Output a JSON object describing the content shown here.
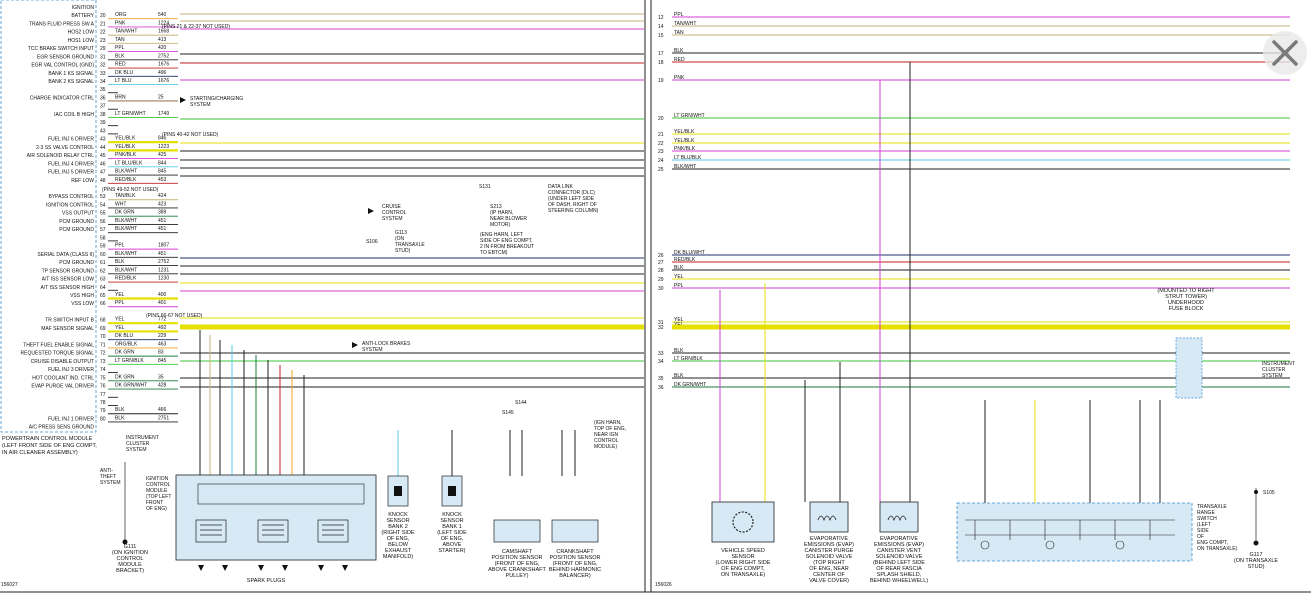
{
  "left": {
    "pins": [
      {
        "label": "IGNITION",
        "num": "",
        "color": "",
        "circuit": ""
      },
      {
        "label": "BATTERY",
        "num": "20",
        "color": "ORG",
        "circuit": "540"
      },
      {
        "label": "TRANS FLUID PRESS SW A",
        "num": "21",
        "color": "PNK",
        "circuit": "1224"
      },
      {
        "label": "HOS2 LOW",
        "num": "22",
        "color": "TAN/WHT",
        "circuit": "1668"
      },
      {
        "label": "HOS1 LOW",
        "num": "23",
        "color": "TAN",
        "circuit": "413"
      },
      {
        "label": "TCC BRAKE SWITCH INPUT",
        "num": "29",
        "color": "PPL",
        "circuit": "420"
      },
      {
        "label": "EGR SENSOR GROUND",
        "num": "31",
        "color": "BLK",
        "circuit": "2752"
      },
      {
        "label": "EGR VAL CONTROL (GND)",
        "num": "32",
        "color": "RED",
        "circuit": "1676"
      },
      {
        "label": "BANK 1 KS SIGNAL",
        "num": "33",
        "color": "DK BLU",
        "circuit": "496"
      },
      {
        "label": "BANK 2 KS SIGNAL",
        "num": "34",
        "color": "LT BLU",
        "circuit": "1676"
      },
      {
        "label": "",
        "num": "35",
        "color": "",
        "circuit": ""
      },
      {
        "label": "CHARGE INDICATOR CTRL",
        "num": "36",
        "color": "BRN",
        "circuit": "25"
      },
      {
        "label": "",
        "num": "37",
        "color": "",
        "circuit": ""
      },
      {
        "label": "IAC COIL B HIGH",
        "num": "38",
        "color": "LT GRN/WHT",
        "circuit": "1749"
      },
      {
        "label": "",
        "num": "39",
        "color": "",
        "circuit": ""
      },
      {
        "label": "",
        "num": "43",
        "color": "",
        "circuit": ""
      },
      {
        "label": "FUEL INJ 6 DRIVER",
        "num": "43",
        "color": "YEL/BLK",
        "circuit": "846"
      },
      {
        "label": "2-3 SS VALVE CONTROL",
        "num": "44",
        "color": "YEL/BLK",
        "circuit": "1223"
      },
      {
        "label": "AIR SOLENOID RELAY CTRL",
        "num": "45",
        "color": "PNK/BLK",
        "circuit": "425"
      },
      {
        "label": "FUEL INJ 4 DRIVER",
        "num": "46",
        "color": "LT BLU/BLK",
        "circuit": "844"
      },
      {
        "label": "FUEL INJ 5 DRIVER",
        "num": "47",
        "color": "BLK/WHT",
        "circuit": "845"
      },
      {
        "label": "REF LOW",
        "num": "48",
        "color": "RED/BLK",
        "circuit": "453"
      },
      {
        "label": "",
        "num": "",
        "color": "",
        "circuit": ""
      },
      {
        "label": "BYPASS CONTROL",
        "num": "53",
        "color": "TAN/BLK",
        "circuit": "424"
      },
      {
        "label": "IGNITION CONTROL",
        "num": "54",
        "color": "WHT",
        "circuit": "423"
      },
      {
        "label": "VSS OUTPUT",
        "num": "55",
        "color": "DK GRN",
        "circuit": "389"
      },
      {
        "label": "PCM GROUND",
        "num": "56",
        "color": "BLK/WHT",
        "circuit": "451"
      },
      {
        "label": "PCM GROUND",
        "num": "57",
        "color": "BLK/WHT",
        "circuit": "451"
      },
      {
        "label": "",
        "num": "58",
        "color": "",
        "circuit": ""
      },
      {
        "label": "",
        "num": "59",
        "color": "PPL",
        "circuit": "1807"
      },
      {
        "label": "SERIAL DATA (CLASS II)",
        "num": "60",
        "color": "BLK/WHT",
        "circuit": "451"
      },
      {
        "label": "PCM GROUND",
        "num": "61",
        "color": "BLK",
        "circuit": "2752"
      },
      {
        "label": "TP SENSOR GROUND",
        "num": "62",
        "color": "BLK/WHT",
        "circuit": "1231"
      },
      {
        "label": "A/T ISS SENSOR LOW",
        "num": "63",
        "color": "RED/BLK",
        "circuit": "1230"
      },
      {
        "label": "A/T ISS SENSOR HIGH",
        "num": "64",
        "color": "",
        "circuit": ""
      },
      {
        "label": "VSS HIGH",
        "num": "65",
        "color": "YEL",
        "circuit": "400"
      },
      {
        "label": "VSS LOW",
        "num": "66",
        "color": "PPL",
        "circuit": "401"
      },
      {
        "label": "",
        "num": "",
        "color": "",
        "circuit": ""
      },
      {
        "label": "TR SWITCH INPUT B",
        "num": "68",
        "color": "YEL",
        "circuit": "772"
      },
      {
        "label": "MAF SENSOR SIGNAL",
        "num": "69",
        "color": "YEL",
        "circuit": "492"
      },
      {
        "label": "",
        "num": "70",
        "color": "DK BLU",
        "circuit": "229"
      },
      {
        "label": "THEFT FUEL ENABLE SIGNAL",
        "num": "71",
        "color": "ORG/BLK",
        "circuit": "463"
      },
      {
        "label": "REQUESTED TORQUE SIGNAL",
        "num": "72",
        "color": "DK GRN",
        "circuit": "83"
      },
      {
        "label": "CRUISE DISABLE OUTPUT",
        "num": "73",
        "color": "LT GRN/BLK",
        "circuit": "845"
      },
      {
        "label": "FUEL INJ 3 DRIVER",
        "num": "74",
        "color": "",
        "circuit": ""
      },
      {
        "label": "HOT COOLANT IND. CTRL",
        "num": "75",
        "color": "DK GRN",
        "circuit": "35"
      },
      {
        "label": "EVAP PURGE VAL DRIVER",
        "num": "76",
        "color": "DK GRN/WHT",
        "circuit": "428"
      },
      {
        "label": "",
        "num": "77",
        "color": "",
        "circuit": ""
      },
      {
        "label": "",
        "num": "78",
        "color": "",
        "circuit": ""
      },
      {
        "label": "",
        "num": "79",
        "color": "BLK",
        "circuit": "466"
      },
      {
        "label": "FUEL INJ 1 DRIVER",
        "num": "80",
        "color": "BLK",
        "circuit": "2751"
      },
      {
        "label": "A/C PRESS SENS GROUND",
        "num": "",
        "color": "",
        "circuit": ""
      }
    ],
    "module_caption": [
      "POWERTRAIN CONTROL MODULE",
      "(LEFT FRONT SIDE OF ENG COMPT,",
      "IN AIR CLEANER ASSEMBLY)"
    ],
    "notes": {
      "pins_21_27": "(PINS 21 & 22-37 NOT USED)",
      "pins_40_42": "(PINS 40-42 NOT USED)",
      "pins_49_52": "(PINS 49-52 NOT USED)",
      "pins_66_67": "(PINS 66-67 NOT USED)",
      "starting": [
        "STARTING/CHARGING",
        "SYSTEM"
      ],
      "cruise": [
        "CRUISE",
        "CONTROL",
        "SYSTEM"
      ],
      "abs": [
        "ANTI-LOCK BRAKES",
        "SYSTEM"
      ],
      "dlc": [
        "DATA LINK",
        "CONNECTOR (DLC)",
        "(UNDER LEFT SIDE",
        "OF DASH, RIGHT OF",
        "STEERING COLUMN)"
      ],
      "s213": [
        "S213",
        "(IP HARN,",
        "NEAR BLOWER",
        "MOTOR)"
      ],
      "eng_harn": [
        "(ENG HARN, LEFT",
        "SIDE OF ENG COMPT,",
        "2 IN FROM BREAKOUT",
        "TO EBTCM)"
      ],
      "s131": "S131",
      "s106": "S106",
      "g113": [
        "G113",
        "(ON",
        "TRANSAXLE",
        "STUD)"
      ],
      "s144": "S144",
      "s145": "S145",
      "ign_harn": [
        "(IGN HARN,",
        "TOP OF ENG,",
        "NEAR IGN",
        "CONTROL",
        "MODULE)"
      ],
      "instrument": [
        "INSTRUMENT",
        "CLUSTER",
        "SYSTEM"
      ],
      "anti_theft": [
        "ANTI-",
        "THEFT",
        "SYSTEM"
      ],
      "icm": [
        "IGNITION",
        "CONTROL",
        "MODULE",
        "(TOP LEFT",
        "FRONT",
        "OF ENG)"
      ],
      "g111": [
        "G111",
        "(ON IGNITION",
        "CONTROL",
        "MODULE",
        "BRACKET)"
      ],
      "spark": "SPARK PLUGS",
      "ks2": [
        "KNOCK",
        "SENSOR",
        "BANK 2",
        "(RIGHT SIDE",
        "OF ENG,",
        "BELOW",
        "EXHAUST",
        "MANIFOLD)"
      ],
      "ks1": [
        "KNOCK",
        "SENSOR",
        "BANK 1",
        "(LEFT SIDE",
        "OF ENG,",
        "ABOVE",
        "STARTER)"
      ],
      "cam": [
        "CAMSHAFT",
        "POSITION SENSOR",
        "(FRONT OF ENG,",
        "ABOVE CRANKSHAFT",
        "PULLEY)"
      ],
      "crank": [
        "CRANKSHAFT",
        "POSITION SENSOR",
        "(FRONT OF ENG,",
        "BEHIND HARMONIC",
        "BALANCER)"
      ],
      "code": "156027"
    }
  },
  "right": {
    "wires": [
      {
        "num": "12",
        "color": "PPL"
      },
      {
        "num": "14",
        "color": "TAN/WHT"
      },
      {
        "num": "15",
        "color": "TAN"
      },
      {
        "num": "17",
        "color": "BLK"
      },
      {
        "num": "18",
        "color": "RED"
      },
      {
        "num": "19",
        "color": "PNK"
      },
      {
        "num": "20",
        "color": "LT GRN/WHT"
      },
      {
        "num": "21",
        "color": "YEL/BLK"
      },
      {
        "num": "22",
        "color": "YEL/BLK"
      },
      {
        "num": "23",
        "color": "PNK/BLK"
      },
      {
        "num": "24",
        "color": "LT BLU/BLK"
      },
      {
        "num": "25",
        "color": "BLK/WHT"
      },
      {
        "num": "26",
        "color": "DK BLU/WHT"
      },
      {
        "num": "27",
        "color": "RED/BLK"
      },
      {
        "num": "28",
        "color": "BLK"
      },
      {
        "num": "29",
        "color": "YEL"
      },
      {
        "num": "30",
        "color": "PPL"
      },
      {
        "num": "31",
        "color": "YEL"
      },
      {
        "num": "32",
        "color": "YEL"
      },
      {
        "num": "33",
        "color": "BLK"
      },
      {
        "num": "34",
        "color": "LT GRN/BLK"
      },
      {
        "num": "35",
        "color": "BLK"
      },
      {
        "num": "36",
        "color": "DK GRN/WHT"
      }
    ],
    "fuse_block": [
      "(MOUNTED TO RIGHT",
      "STRUT TOWER)",
      "UNDERHOOD",
      "FUSE BLOCK"
    ],
    "cluster": [
      "INSTRUMENT",
      "CLUSTER",
      "SYSTEM"
    ],
    "vss": [
      "VEHICLE SPEED",
      "SENSOR",
      "(LOWER RIGHT SIDE",
      "OF ENG COMPT,",
      "ON TRANSAXLE)"
    ],
    "evap_purge": [
      "EVAPORATIVE",
      "EMISSIONS (EVAP)",
      "CANISTER PURGE",
      "SOLENOID VALVE",
      "(TOP RIGHT",
      "OF ENG, NEAR",
      "CENTER OF",
      "VALVE COVER)"
    ],
    "evap_vent": [
      "EVAPORATIVE",
      "EMISSIONS (EVAP)",
      "CANISTER VENT",
      "SOLENOID VALVE",
      "(BEHIND LEFT SIDE",
      "OF REAR FASCIA",
      "SPLASH SHIELD,",
      "BEHIND WHEELWELL)"
    ],
    "trs": [
      "TRANSAXLE",
      "RANGE",
      "SWITCH",
      "(LEFT",
      "SIDE",
      "OF",
      "ENG COMPT,",
      "ON TRANSAXLE)"
    ],
    "s105": "S105",
    "g117": [
      "G117",
      "(ON TRANSAXLE",
      "STUD)"
    ],
    "code": "156026"
  }
}
